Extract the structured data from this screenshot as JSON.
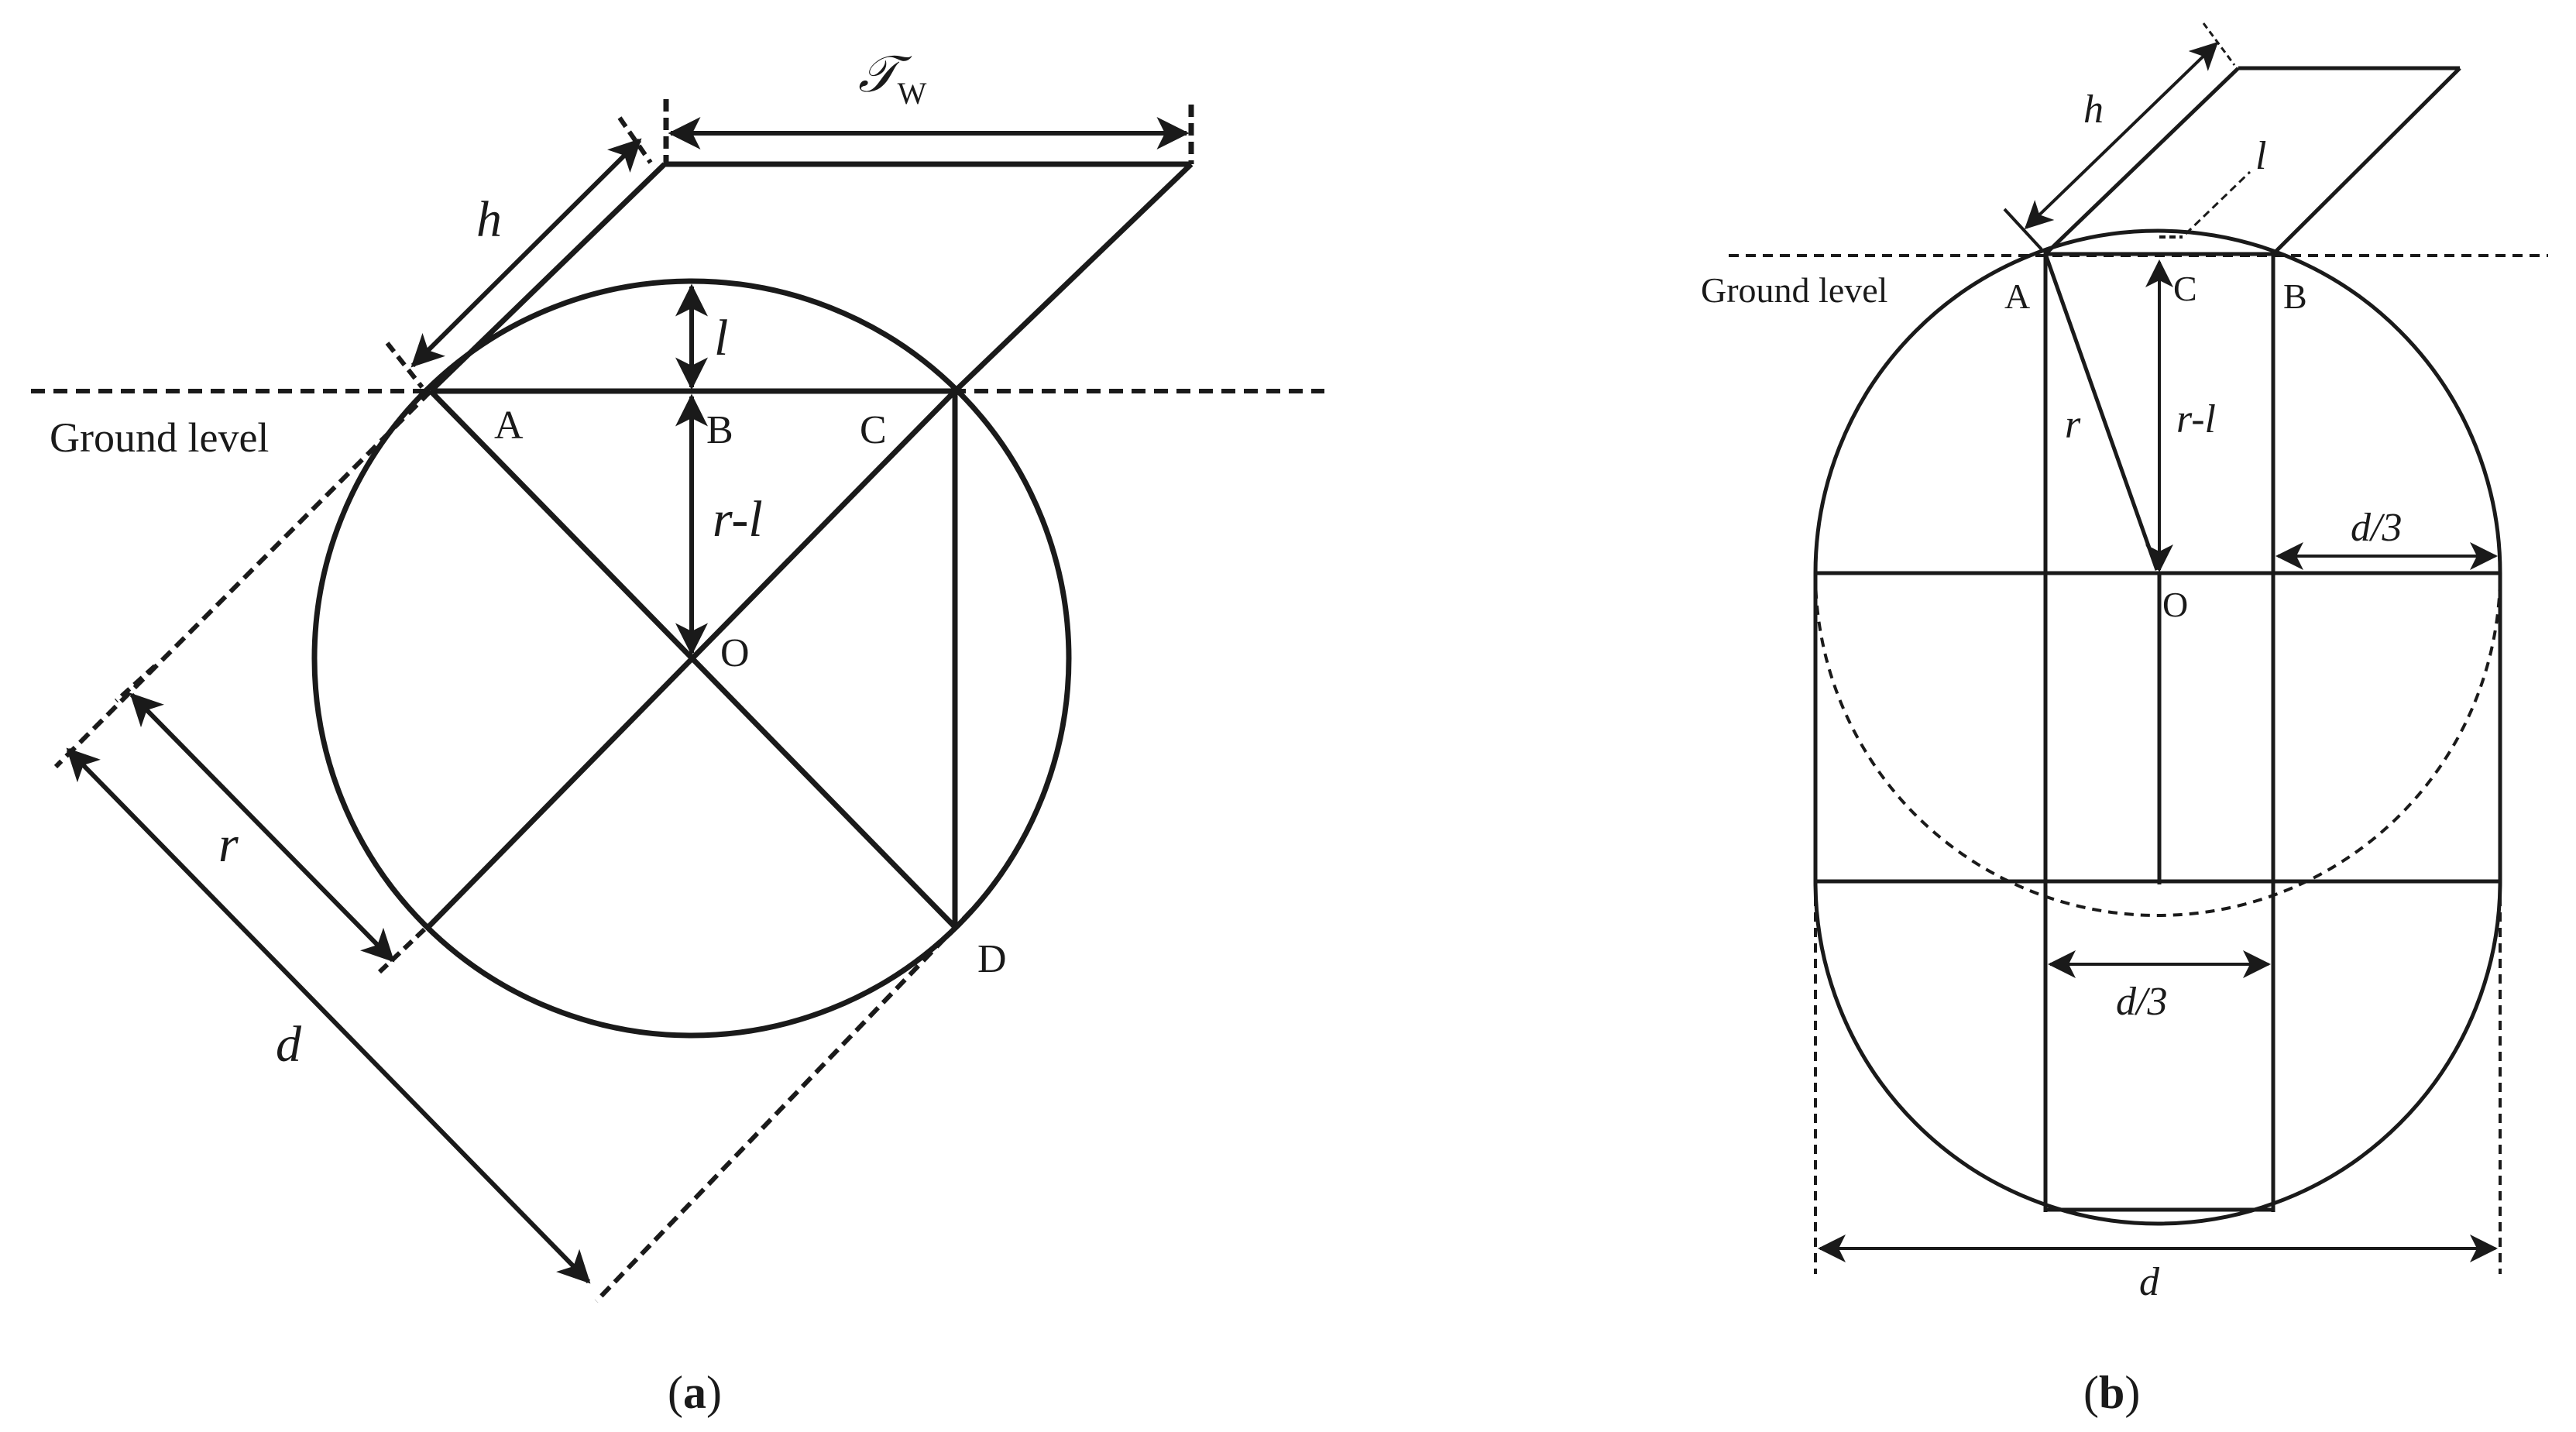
{
  "figure_a": {
    "caption_open": "(",
    "caption_letter": "a",
    "caption_close": ")",
    "ground_label": "Ground level",
    "points": {
      "A": "A",
      "B": "B",
      "C": "C",
      "D": "D",
      "O": "O"
    },
    "dims": {
      "h": "h",
      "l": "l",
      "r_minus_l": "r-l",
      "r": "r",
      "d": "d",
      "tw_symbol": "𝒯",
      "tw_subscript": "W"
    }
  },
  "figure_b": {
    "caption_open": "(",
    "caption_letter": "b",
    "caption_close": ")",
    "ground_label": "Ground level",
    "points": {
      "A": "A",
      "B": "B",
      "C": "C",
      "O": "O"
    },
    "dims": {
      "h": "h",
      "l": "l",
      "r": "r",
      "r_minus_l": "r-l",
      "d_third_right": "d/3",
      "d_third_center": "d/3",
      "d": "d"
    }
  },
  "colors": {
    "line": "#1a1a1a",
    "background": "#ffffff"
  }
}
